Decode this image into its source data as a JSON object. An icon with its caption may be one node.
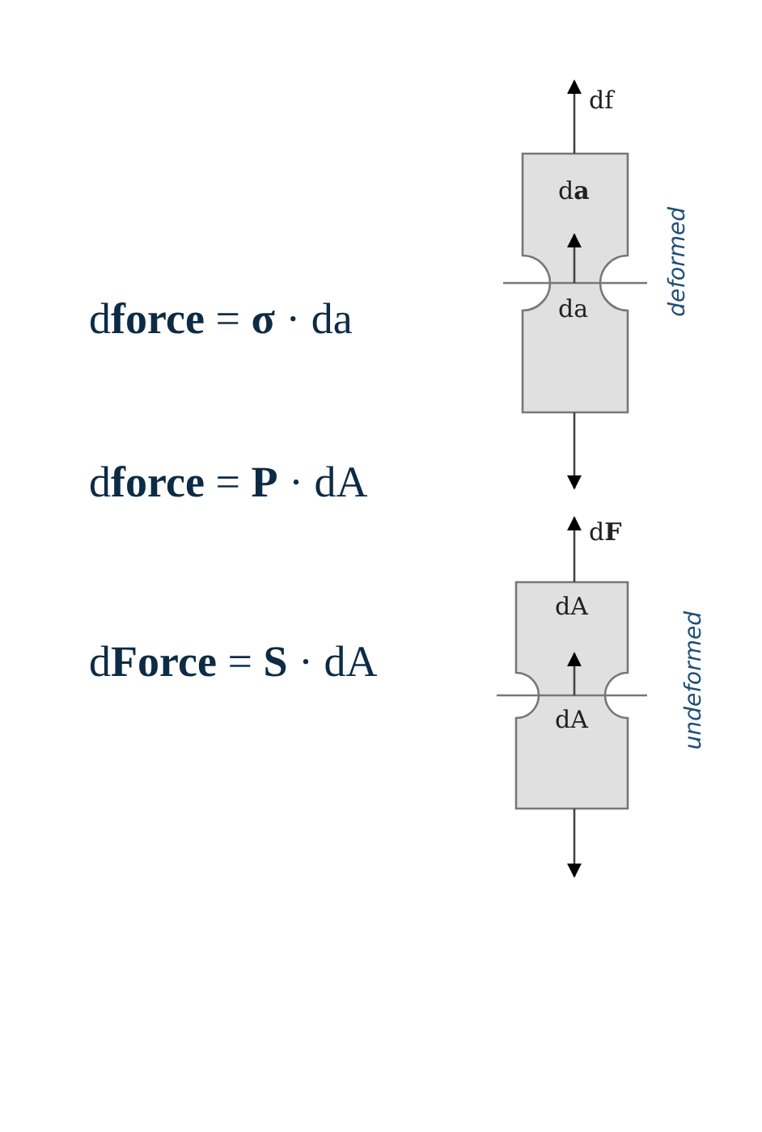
{
  "diagram": {
    "labels": [
      "d**force** = **σ** · da",
      "d**force** = **P** · dA",
      "d**Force** = **S** · dA",
      "df",
      "d**a**",
      "da",
      "deformed",
      "d**F**",
      "dA",
      "dA",
      "undeformed"
    ]
  }
}
